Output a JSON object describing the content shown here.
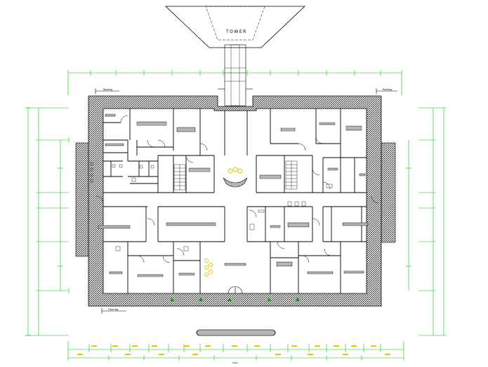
{
  "drawing": {
    "tower_label": "TOWER",
    "label_top_left": "Roofing",
    "label_top_right": "Roofing",
    "label_bottom_left": "Flooring",
    "total_dimension": "5300",
    "colors": {
      "wall": "#000000",
      "hatch": "#000000",
      "dimension": "#00c800",
      "tree": "#00a000",
      "fixture": "#e6c800",
      "background": "#ffffff"
    }
  }
}
